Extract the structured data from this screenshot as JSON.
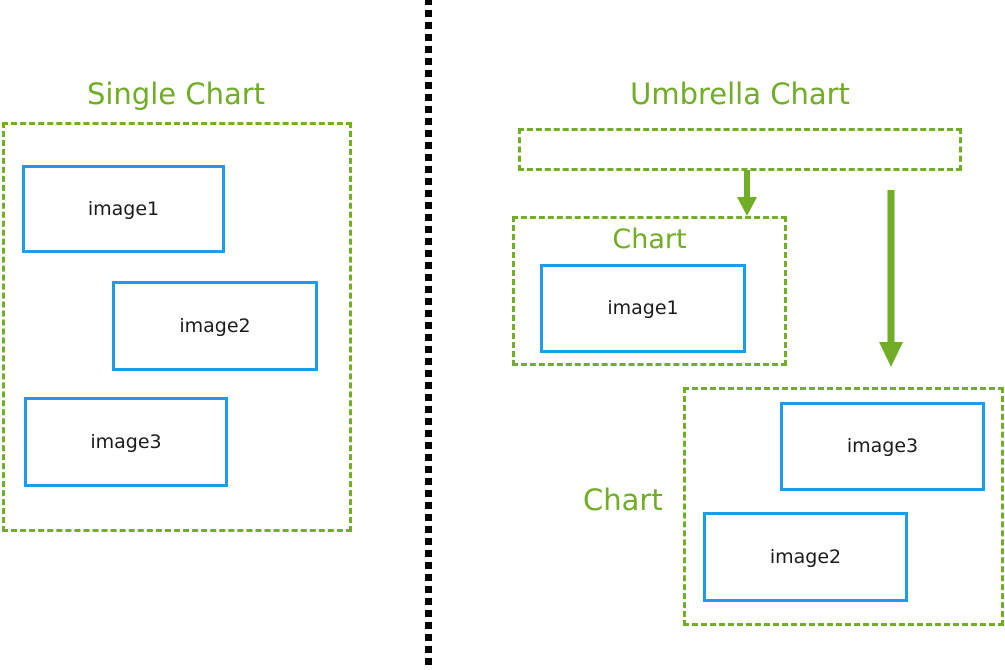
{
  "diagram": {
    "title_left": "Single Chart",
    "title_right": "Umbrella Chart",
    "divider_style": "vertical-dotted-line",
    "colors": {
      "green": "#71AD26",
      "blue": "#1E9BE9",
      "text": "#1a1a1a",
      "divider": "#000000",
      "background": "#ffffff"
    }
  },
  "left_panel": {
    "title": "Single Chart",
    "container_label": "",
    "boxes": [
      {
        "label": "image1"
      },
      {
        "label": "image2"
      },
      {
        "label": "image3"
      }
    ]
  },
  "right_panel": {
    "title": "Umbrella Chart",
    "umbrella_box_label": "",
    "arrows": [
      {
        "name": "arrow-to-chart-a",
        "direction": "down"
      },
      {
        "name": "arrow-to-chart-b",
        "direction": "down"
      }
    ],
    "charts": [
      {
        "label": "Chart",
        "label_position": "inside-top",
        "boxes": [
          {
            "label": "image1"
          }
        ]
      },
      {
        "label": "Chart",
        "label_position": "outside-left",
        "boxes": [
          {
            "label": "image3"
          },
          {
            "label": "image2"
          }
        ]
      }
    ]
  }
}
